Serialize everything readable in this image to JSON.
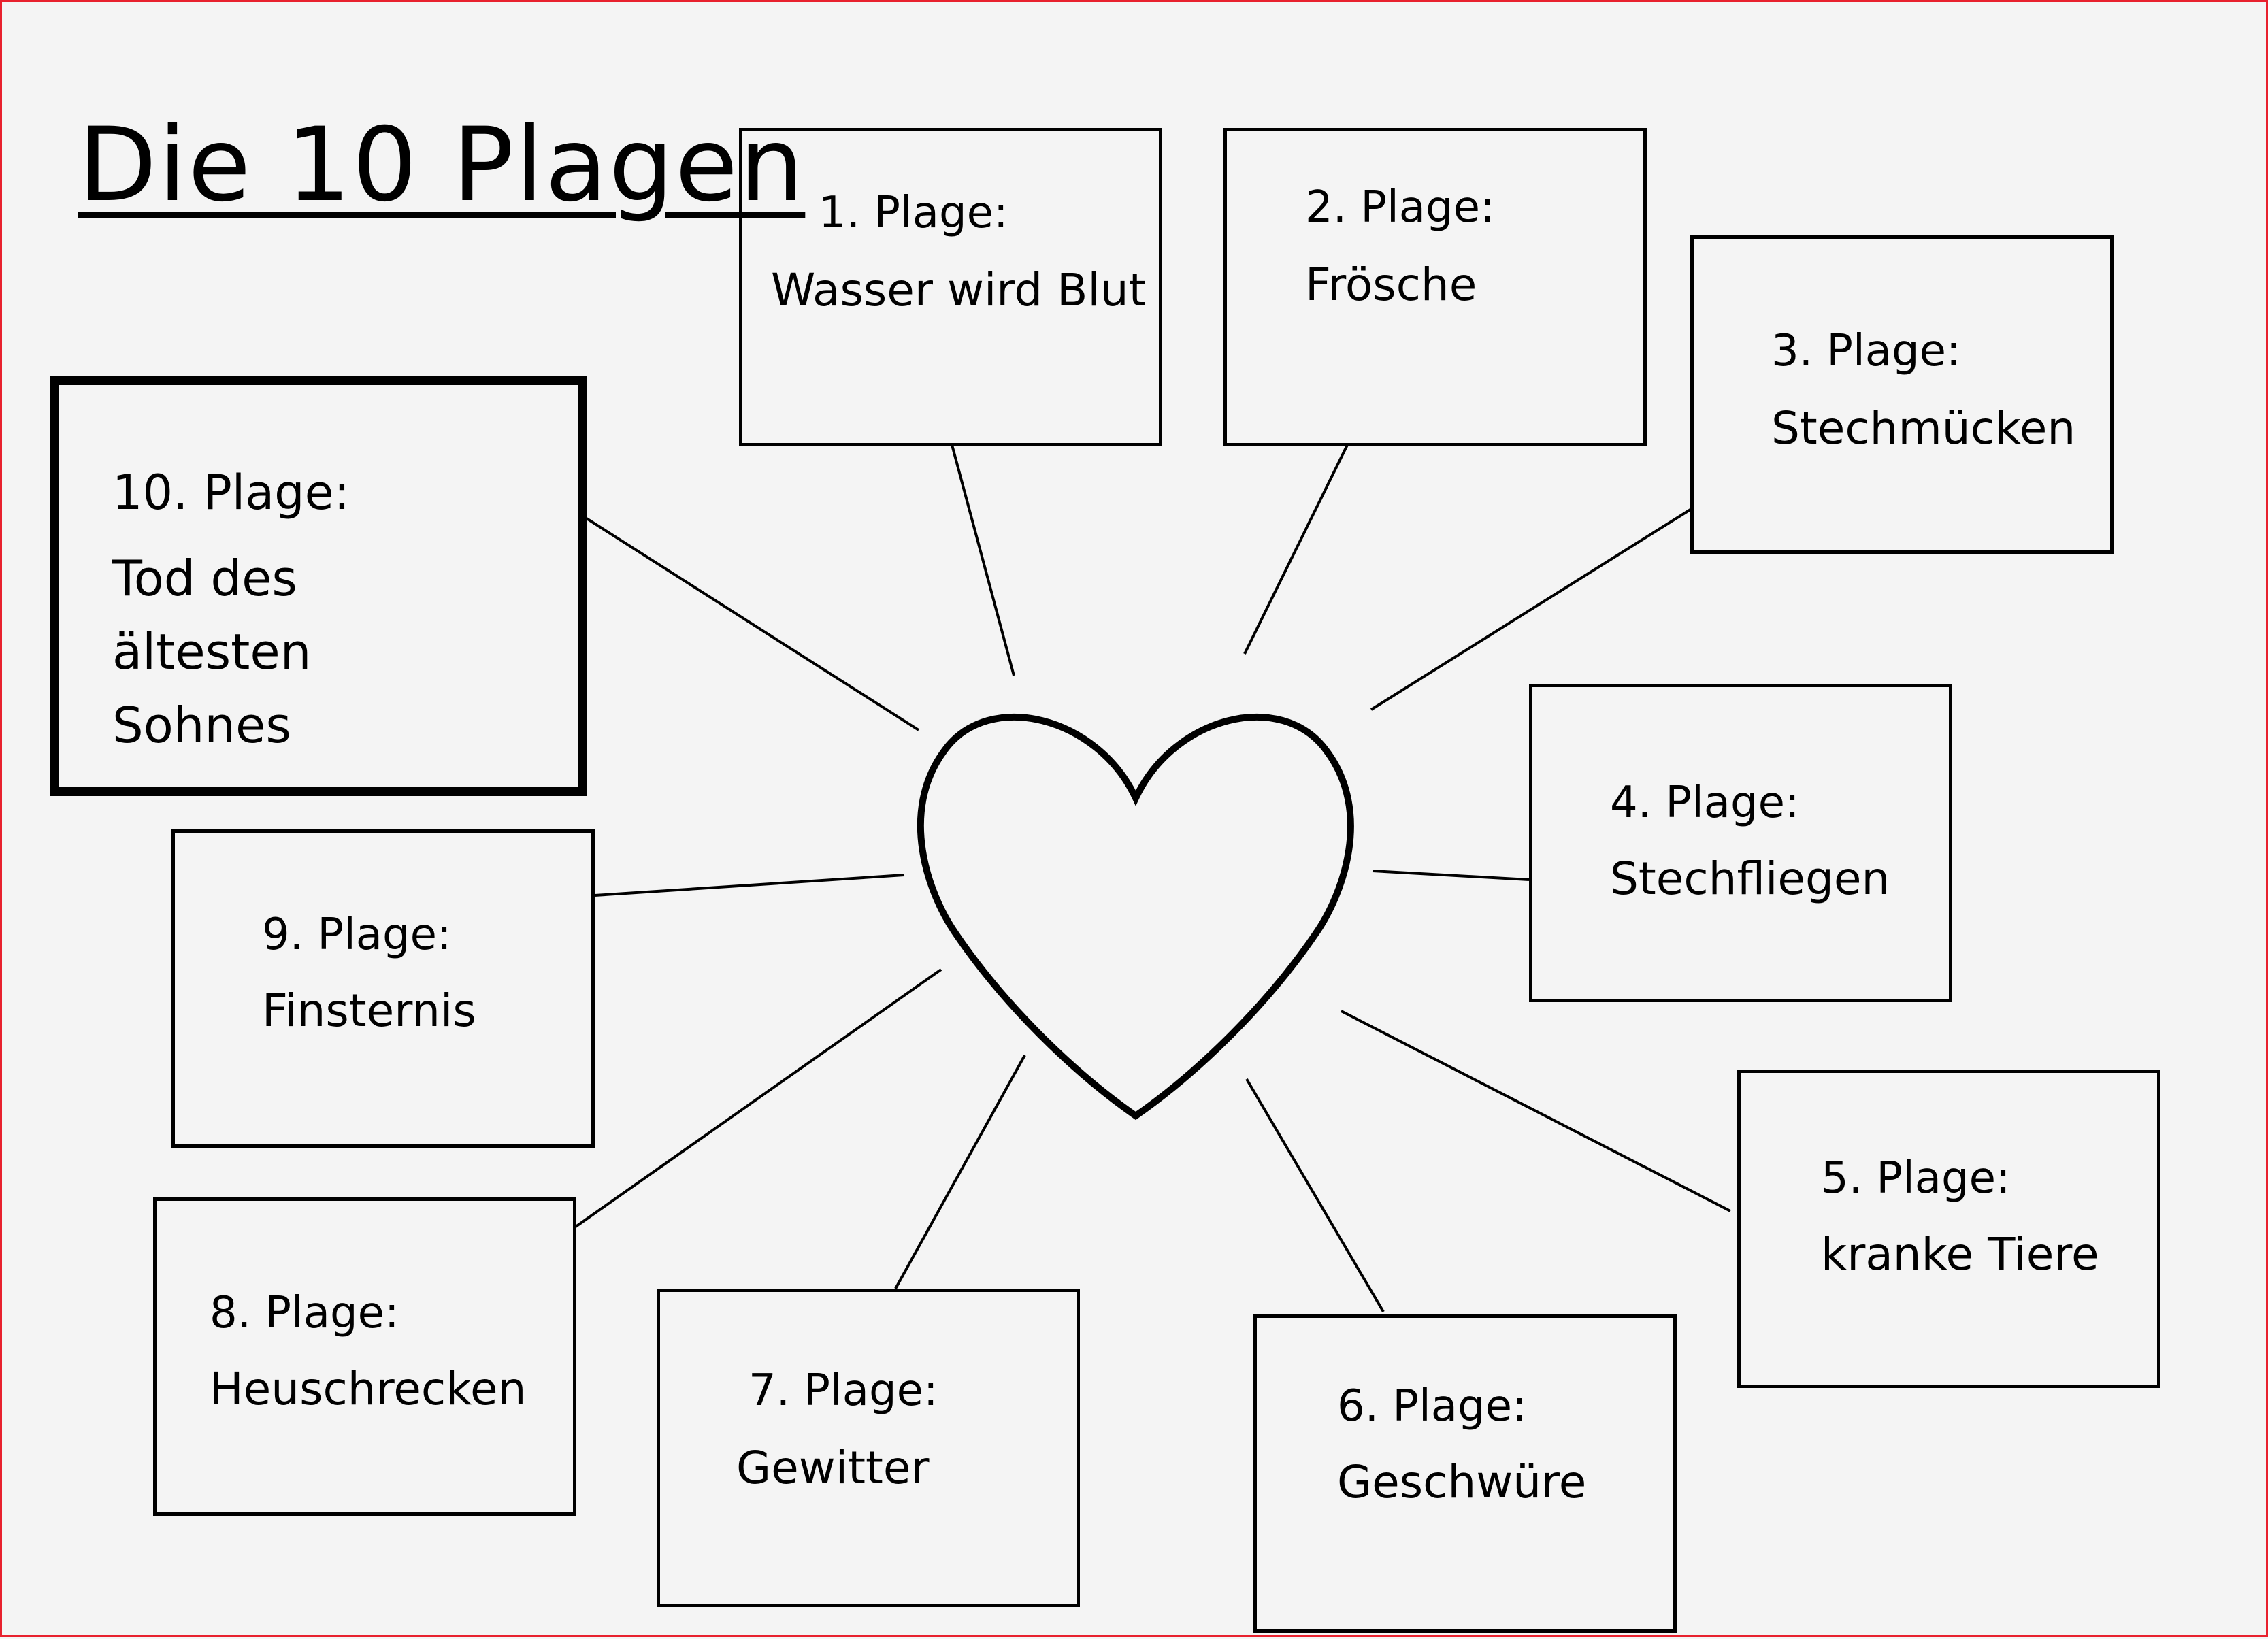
{
  "title": "Die 10 Plagen",
  "plagues": [
    {
      "label": "1. Plage:",
      "name": "Wasser wird Blut"
    },
    {
      "label": "2. Plage:",
      "name": "Frösche"
    },
    {
      "label": "3. Plage:",
      "name": "Stechmücken"
    },
    {
      "label": "4. Plage:",
      "name": "Stechfliegen"
    },
    {
      "label": "5. Plage:",
      "name": "kranke Tiere"
    },
    {
      "label": "6. Plage:",
      "name": "Geschwüre"
    },
    {
      "label": "7. Plage:",
      "name": "Gewitter"
    },
    {
      "label": "8. Plage:",
      "name": "Heuschrecken"
    },
    {
      "label": "9. Plage:",
      "name": "Finsternis"
    },
    {
      "label": "10. Plage:",
      "name": "Tod des ältesten Sohnes"
    }
  ],
  "center_shape": "heart-icon",
  "colors": {
    "background": "#f4f4f4",
    "frame": "#e8212e",
    "ink": "#000000"
  }
}
